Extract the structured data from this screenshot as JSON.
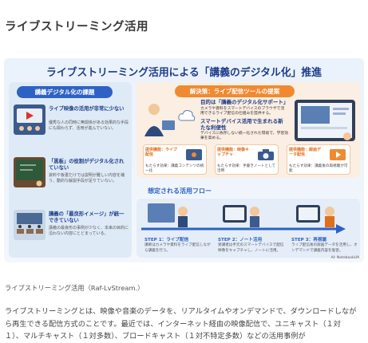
{
  "page": {
    "heading": "ライブストリーミング活用",
    "caption": "ライブストリーミング活用（Raf-LvStream.）",
    "body_lines": [
      "ライブストリーミングとは、映像や音楽のデータを、リアルタイムやオンデマンドで、ダウンロードしなが",
      "ら再生できる配信方式のことです。最近では、インターネット経由の映像配信で、ユニキャスト（１対",
      "１）、マルチキャスト（１対多数）、ブロードキャスト（１対不特定多数）などの活用事例が"
    ]
  },
  "infographic": {
    "title_main": "ライブストリーミング活用による「講義のデジタル化」推進",
    "left_header": "講義デジタル化の課題",
    "issues": [
      {
        "title": "ライブ映像の活用が非常に少ない",
        "text": "優秀な人の同時に無関係がある効果的な手段にも関わらず、活用が進んでいない。"
      },
      {
        "title": "「黒板」の役割がデジタル化されていない",
        "text": "資料や板書だけでは説明が難しい内容を補う、動的な解説手段が足りていない。"
      },
      {
        "title": "講義の「最良形イメージ」が統一できていない",
        "text": "講義の最良形の事例が少なく、本来の目的に沿わない内容にとどまっている。"
      }
    ],
    "solution_header": "解決策：ライブ配信ツールの提案",
    "purpose_title": "目的は「講義のデジタル化サポート」",
    "purpose_text": "カメラや資料をスマートデバイスのブラウザで活用できるライブ配信の仕組みを提供する。",
    "value_title": "スマートデバイス活用で生まれる新たな利便性",
    "value_text": "デバイスに依存しない統一化された環境で、学習効果を高める。",
    "cards": [
      {
        "title": "提供機能：ライブ配信",
        "text": "もたらす効果：講義コンテンツの統一化"
      },
      {
        "title": "提供機能：映像キャプチャ",
        "text": "もたらす効果：手書きノートとして活用"
      },
      {
        "title": "提供機能：録画データ配信",
        "text": "もたらす効果：講義後の再視聴が可能"
      }
    ],
    "flow_title": "想定される活用フロー",
    "steps": [
      {
        "label": "STEP 1：ライブ配信",
        "text": "講師はカメラや資料をライブ配信しながら講義を行う。"
      },
      {
        "label": "STEP 2：ノート活用",
        "text": "受講者は手元のスマートデバイスで配信映像をキャプチャし、ノートに活用。"
      },
      {
        "label": "STEP 3：再視聴",
        "text": "ライブ配信後の録画データを活用し、オンデマンドで講義内容を復習。"
      }
    ],
    "credit": "AI: NotebookLM"
  }
}
